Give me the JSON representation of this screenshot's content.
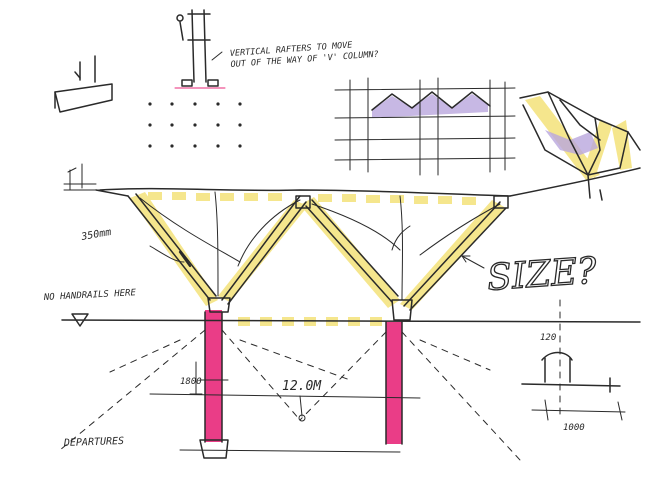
{
  "colors": {
    "ink": "#2a2a2a",
    "yellow_highlight": "#f4e27a",
    "magenta_highlight": "#e8287a",
    "purple_highlight": "#b9a6dd"
  },
  "labels": {
    "note_rafters": "VERTICAL RAFTERS TO MOVE OUT OF THE WAY OF 'V' COLUMN?",
    "dim_member": "350mm",
    "no_handrails": "NO HANDRAILS HERE",
    "size_question": "SIZE?",
    "span": "12.0M",
    "dim_1800": "1800",
    "departures": "DEPARTURES",
    "dim_120": "120",
    "dim_1000": "1000"
  }
}
